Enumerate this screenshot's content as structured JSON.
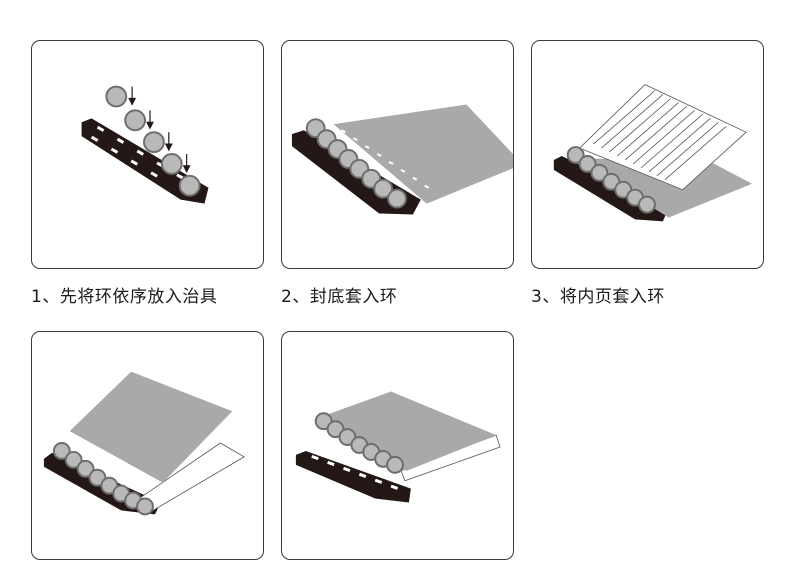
{
  "steps": [
    {
      "caption": "1、先将环依序放入治具"
    },
    {
      "caption": "2、封底套入环"
    },
    {
      "caption": "3、将内页套入环"
    },
    {
      "caption": ""
    },
    {
      "caption": ""
    }
  ],
  "colors": {
    "border": "#3a3a3a",
    "jig": "#231815",
    "ring": "#b9b9b9",
    "ring_outline": "#6e6e6e",
    "cover": "#a9a9a9",
    "page": "#ffffff",
    "text": "#1a1a1a"
  },
  "icons": [
    "down-arrow-icon",
    "binding-ring-icon",
    "jig-bar-icon"
  ]
}
